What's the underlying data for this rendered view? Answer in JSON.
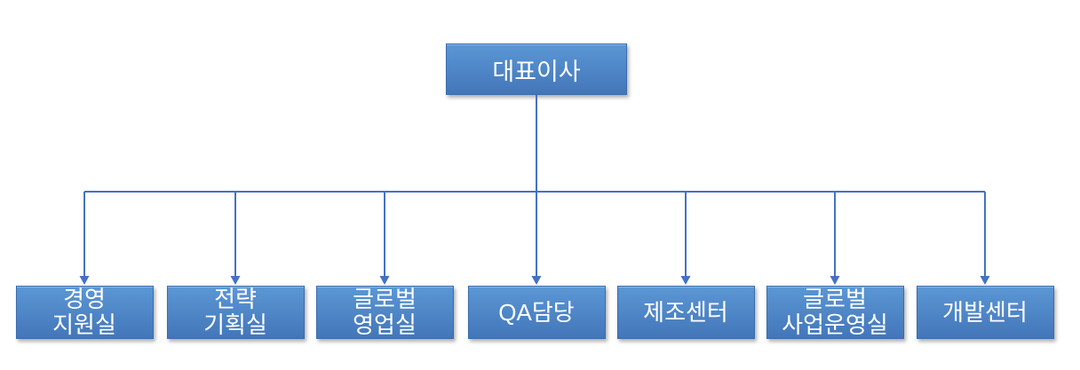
{
  "org_chart": {
    "root": {
      "label": "대표이사"
    },
    "departments": [
      {
        "line1": "경영",
        "line2": "지원실"
      },
      {
        "line1": "전략",
        "line2": "기획실"
      },
      {
        "line1": "글로벌",
        "line2": "영업실"
      },
      {
        "line1": "QA담당",
        "line2": ""
      },
      {
        "line1": "제조센터",
        "line2": ""
      },
      {
        "line1": "글로벌",
        "line2": "사업운영실"
      },
      {
        "line1": "개발센터",
        "line2": ""
      }
    ],
    "colors": {
      "box_gradient_top": "#5b97d5",
      "box_gradient_bottom": "#4376b9",
      "box_border": "#3a6cae",
      "connector": "#4472c4",
      "text": "#ffffff",
      "background": "#ffffff"
    }
  }
}
